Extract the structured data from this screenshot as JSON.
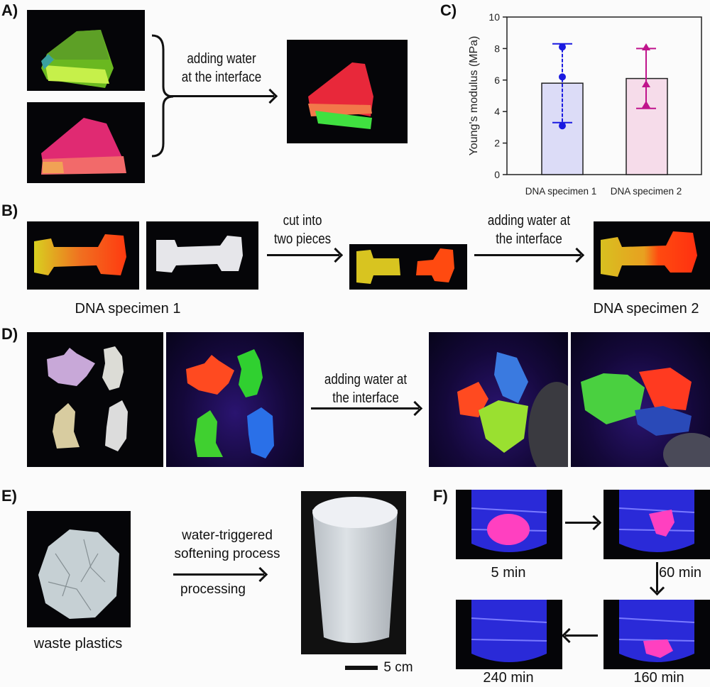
{
  "panels": {
    "A": {
      "label": "A)",
      "arrow_text_line1": "adding water",
      "arrow_text_line2": "at the interface"
    },
    "B": {
      "label": "B)",
      "step1_line1": "cut into",
      "step1_line2": "two pieces",
      "step2_line1": "adding water at",
      "step2_line2": "the interface",
      "caption_left": "DNA specimen 1",
      "caption_right": "DNA specimen 2"
    },
    "C": {
      "label": "C)"
    },
    "D": {
      "label": "D)",
      "arrow_text_line1": "adding water at",
      "arrow_text_line2": "the interface"
    },
    "E": {
      "label": "E)",
      "caption_left": "waste plastics",
      "arrow_text_line1": "water-triggered",
      "arrow_text_line2": "softening process",
      "arrow_text_below": "processing",
      "scale_bar": "5 cm"
    },
    "F": {
      "label": "F)",
      "times": [
        "5 min",
        "60 min",
        "160 min",
        "240 min"
      ]
    }
  },
  "chart_data": {
    "type": "bar",
    "title": "",
    "xlabel": "",
    "ylabel": "Young's modulus (MPa)",
    "ylim": [
      0,
      10
    ],
    "yticks": [
      0,
      2,
      4,
      6,
      8,
      10
    ],
    "grid": false,
    "categories": [
      "DNA specimen 1",
      "DNA specimen 2"
    ],
    "values": [
      5.8,
      6.1
    ],
    "error_low": [
      3.3,
      4.2
    ],
    "error_high": [
      8.3,
      8.0
    ],
    "points": [
      {
        "category": "DNA specimen 1",
        "marker": "circle",
        "values": [
          8.1,
          6.2,
          3.1
        ]
      },
      {
        "category": "DNA specimen 2",
        "marker": "triangle",
        "values": [
          8.0,
          5.6,
          4.2
        ]
      }
    ],
    "colors": {
      "bar1_fill": "#dcdcf7",
      "bar2_fill": "#f6dcea",
      "series1": "#1a1ae0",
      "series2": "#c0148c"
    }
  }
}
